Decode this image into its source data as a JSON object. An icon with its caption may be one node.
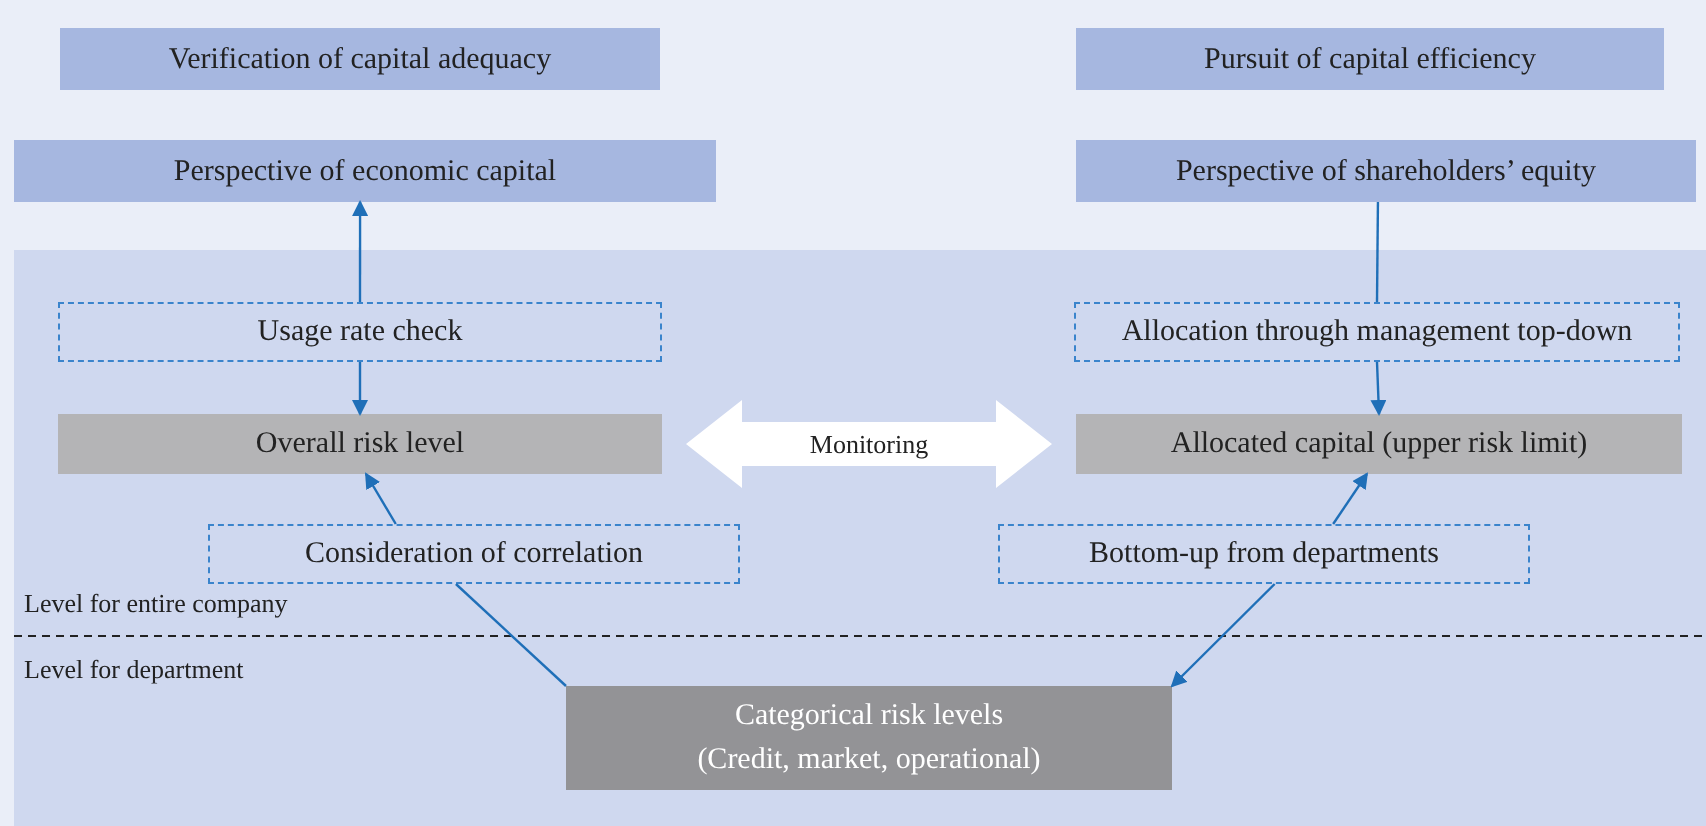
{
  "diagram": {
    "nodes": [
      {
        "text": [
          "Verification of capital adequacy"
        ]
      },
      {
        "text": [
          "Pursuit of capital efficiency"
        ]
      },
      {
        "text": [
          "Perspective of economic capital"
        ]
      },
      {
        "text": [
          "Perspective of shareholders’ equity"
        ]
      },
      {
        "text": [
          "Usage rate check"
        ]
      },
      {
        "text": [
          "Allocation through management top-down"
        ]
      },
      {
        "text": [
          "Overall risk level"
        ]
      },
      {
        "text": [
          "Allocated capital (upper risk limit)"
        ]
      },
      {
        "text": [
          "Consideration of correlation"
        ]
      },
      {
        "text": [
          "Bottom-up from departments"
        ]
      },
      {
        "text": [
          "Categorical risk levels",
          "(Credit, market, operational)"
        ]
      }
    ],
    "edges": [
      {
        "from": 4,
        "to": 2,
        "arrow": "to"
      },
      {
        "from": 4,
        "to": 6,
        "arrow": "to"
      },
      {
        "from": 3,
        "to": 5,
        "arrow": "none"
      },
      {
        "from": 5,
        "to": 7,
        "arrow": "to"
      },
      {
        "from": 10,
        "to": 8,
        "arrow": "none"
      },
      {
        "from": 8,
        "to": 6,
        "arrow": "to"
      },
      {
        "from": 9,
        "to": 7,
        "arrow": "to"
      },
      {
        "from": 9,
        "to": 10,
        "arrow": "to"
      },
      {
        "from": 6,
        "to": 7,
        "arrow": "both",
        "label": "Monitoring",
        "style": "thick",
        "color": "#ffffff"
      }
    ],
    "labels": [
      "Level for entire company",
      "Level for department"
    ]
  }
}
